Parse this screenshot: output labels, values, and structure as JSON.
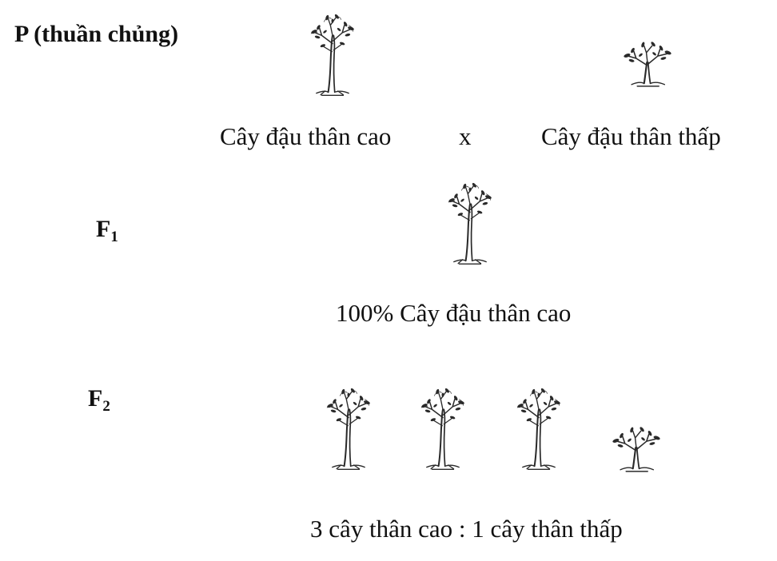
{
  "generations": {
    "p": {
      "label": "P (thuần chủng)",
      "left_caption": "Cây đậu thân cao",
      "cross_symbol": "x",
      "right_caption": "Cây đậu thân thấp"
    },
    "f1": {
      "label_main": "F",
      "label_sub": "1",
      "caption": "100% Cây đậu thân cao"
    },
    "f2": {
      "label_main": "F",
      "label_sub": "2",
      "caption": "3 cây thân cao : 1 cây thân thấp"
    }
  },
  "plants": {
    "p_parents": [
      "tall",
      "short"
    ],
    "f1_offspring": [
      "tall"
    ],
    "f2_offspring": [
      "tall",
      "tall",
      "tall",
      "short"
    ]
  },
  "colors": {
    "ink": "#111111",
    "sketch": "#2a2a2a",
    "background": "#ffffff"
  }
}
